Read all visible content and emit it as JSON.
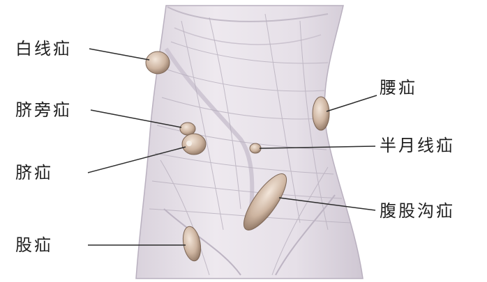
{
  "labels": {
    "white_line_hernia": "白线疝",
    "paraumbilical_hernia": "脐旁疝",
    "umbilical_hernia": "脐疝",
    "femoral_hernia": "股疝",
    "lumbar_hernia": "腰疝",
    "spigelian_hernia": "半月线疝",
    "inguinal_hernia": "腹股沟疝"
  },
  "colors": {
    "skin": "#e9e3ea",
    "fiber": "#b7afbd",
    "hernia_sac": "#cdb4a0",
    "leader_line": "#2b2b2b",
    "label_text": "#1e1e1e"
  }
}
